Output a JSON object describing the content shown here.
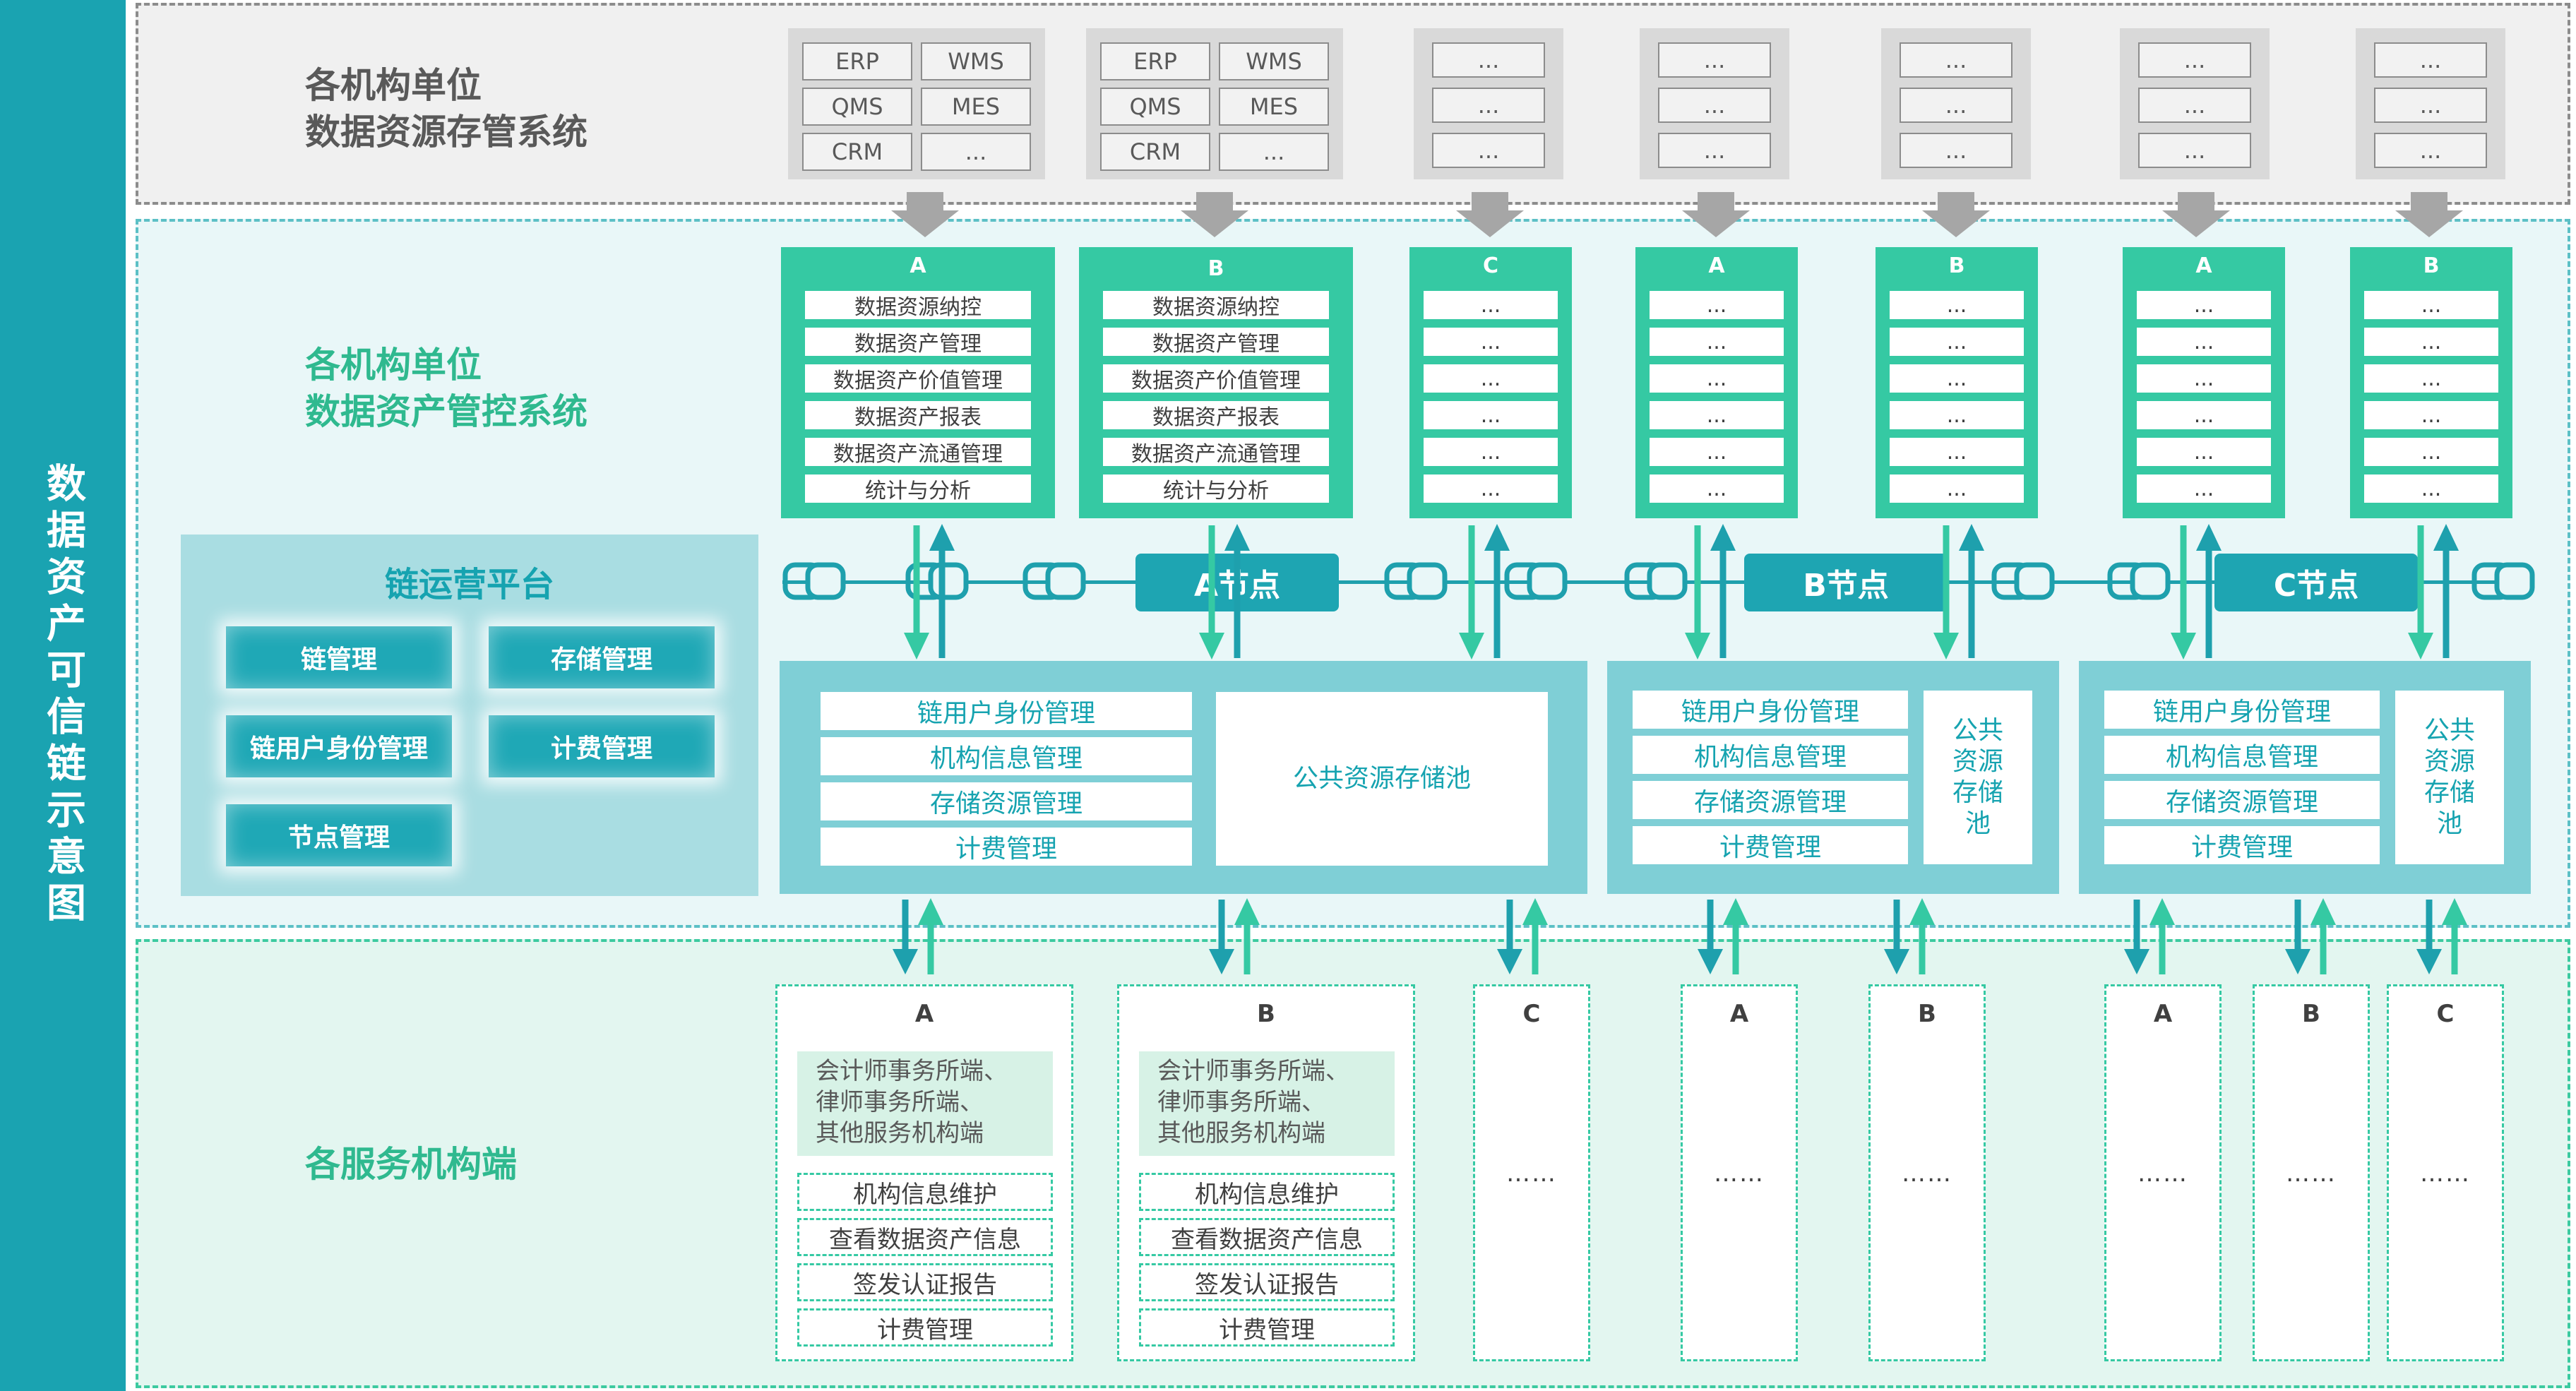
{
  "title": "数据资产可信链示意图",
  "bands": {
    "storage": {
      "title_lines": [
        "各机构单位",
        "数据资源存管系统"
      ]
    },
    "control": {
      "title_lines": [
        "各机构单位",
        "数据资产管控系统"
      ]
    },
    "service": {
      "title": "各服务机构端"
    }
  },
  "storage_systems": [
    {
      "cells": [
        "ERP",
        "WMS",
        "QMS",
        "MES",
        "CRM",
        "..."
      ]
    },
    {
      "cells": [
        "ERP",
        "WMS",
        "QMS",
        "MES",
        "CRM",
        "..."
      ]
    },
    {
      "cells": [
        "...",
        "...",
        "..."
      ]
    },
    {
      "cells": [
        "...",
        "...",
        "..."
      ]
    },
    {
      "cells": [
        "...",
        "...",
        "..."
      ]
    },
    {
      "cells": [
        "...",
        "...",
        "..."
      ]
    },
    {
      "cells": [
        "...",
        "...",
        "..."
      ]
    }
  ],
  "control_modules": [
    {
      "letter": "A",
      "items": [
        "数据资源纳控",
        "数据资产管理",
        "数据资产价值管理",
        "数据资产报表",
        "数据资产流通管理",
        "统计与分析"
      ]
    },
    {
      "letter": "B",
      "items": [
        "数据资源纳控",
        "数据资产管理",
        "数据资产价值管理",
        "数据资产报表",
        "数据资产流通管理",
        "统计与分析"
      ]
    },
    {
      "letter": "C",
      "items": [
        "...",
        "...",
        "...",
        "...",
        "...",
        "..."
      ]
    },
    {
      "letter": "A",
      "items": [
        "...",
        "...",
        "...",
        "...",
        "...",
        "..."
      ]
    },
    {
      "letter": "B",
      "items": [
        "...",
        "...",
        "...",
        "...",
        "...",
        "..."
      ]
    },
    {
      "letter": "A",
      "items": [
        "...",
        "...",
        "...",
        "...",
        "...",
        "..."
      ]
    },
    {
      "letter": "B",
      "items": [
        "...",
        "...",
        "...",
        "...",
        "...",
        "..."
      ]
    }
  ],
  "platform": {
    "title": "链运营平台",
    "buttons": [
      "链管理",
      "存储管理",
      "链用户身份管理",
      "计费管理",
      "节点管理"
    ]
  },
  "chain": {
    "nodes": [
      "A节点",
      "B节点",
      "C节点"
    ]
  },
  "nodes": [
    {
      "items": [
        "链用户身份管理",
        "机构信息管理",
        "存储资源管理",
        "计费管理"
      ],
      "pool": "公共资源存储池"
    },
    {
      "items": [
        "链用户身份管理",
        "机构信息管理",
        "存储资源管理",
        "计费管理"
      ],
      "pool": "公共\n资源\n存储\n池"
    },
    {
      "items": [
        "链用户身份管理",
        "机构信息管理",
        "存储资源管理",
        "计费管理"
      ],
      "pool": "公共\n资源\n存储\n池"
    }
  ],
  "services": [
    {
      "letter": "A",
      "desc": "会计师事务所端、\n律师事务所端、\n其他服务机构端",
      "items": [
        "机构信息维护",
        "查看数据资产信息",
        "签发认证报告",
        "计费管理"
      ]
    },
    {
      "letter": "B",
      "desc": "会计师事务所端、\n律师事务所端、\n其他服务机构端",
      "items": [
        "机构信息维护",
        "查看数据资产信息",
        "签发认证报告",
        "计费管理"
      ]
    },
    {
      "letter": "C",
      "ellipsis": "……"
    },
    {
      "letter": "A",
      "ellipsis": "……"
    },
    {
      "letter": "B",
      "ellipsis": "……"
    },
    {
      "letter": "A",
      "ellipsis": "……"
    },
    {
      "letter": "B",
      "ellipsis": "……"
    },
    {
      "letter": "C",
      "ellipsis": "……"
    }
  ],
  "colors": {
    "teal": "#1aa3b1",
    "green": "#35c9a3",
    "panel": "#7fcfd6",
    "platform": "#a9dde2",
    "gray_arrow": "#a6a6a6",
    "text_dark": "#404040"
  }
}
